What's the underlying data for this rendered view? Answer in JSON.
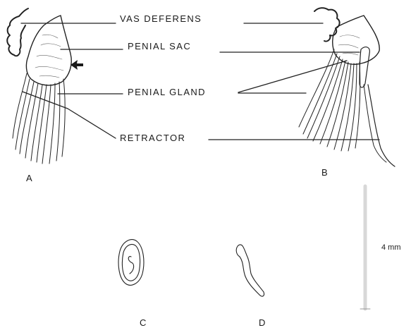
{
  "labels": {
    "vas_deferens": "VAS DEFERENS",
    "penial_sac": "PENIAL SAC",
    "penial_gland": "PENIAL GLAND",
    "retractor": "RETRACTOR"
  },
  "panels": {
    "a": "A",
    "b": "B",
    "c": "C",
    "d": "D"
  },
  "scale_bar": {
    "label": "4 mm"
  }
}
